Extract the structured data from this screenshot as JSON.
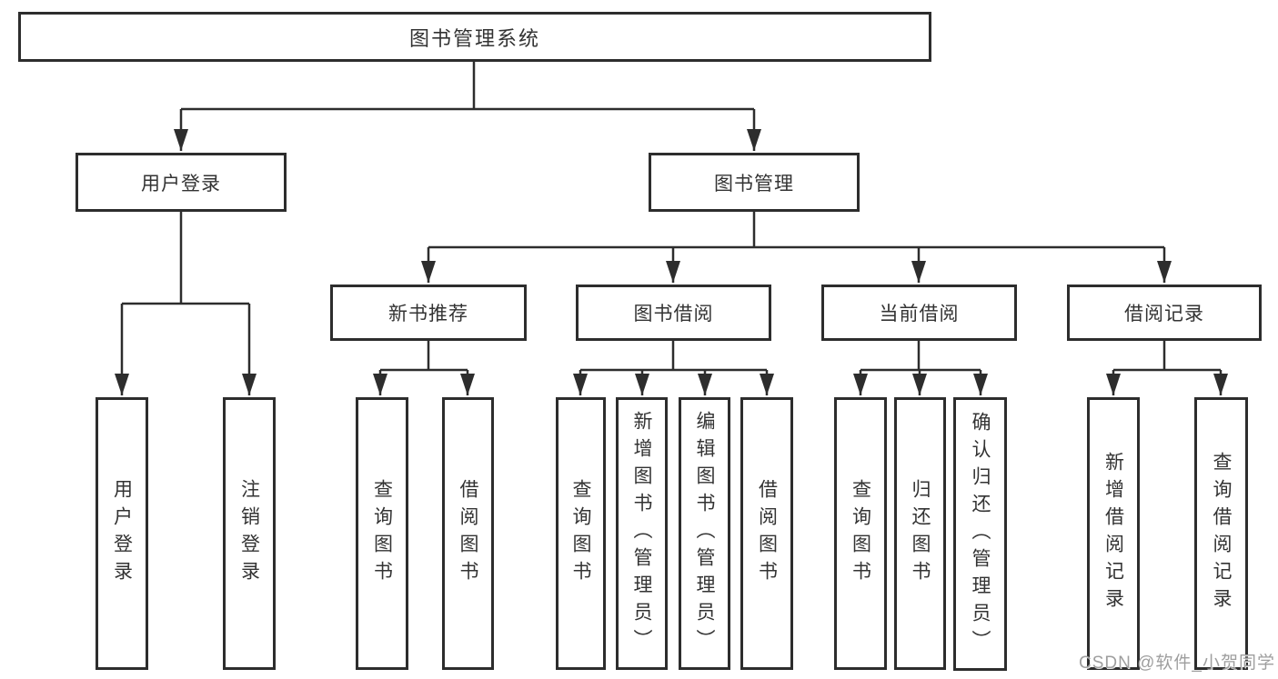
{
  "diagram": {
    "watermark": "CSDN @软件_小贺同学",
    "colors": {
      "line": "#2d2d2d",
      "text": "#333333",
      "box_background": "#ffffff",
      "watermark": "#9e9e9e"
    }
  },
  "nodes": {
    "root": {
      "label": "图书管理系统"
    },
    "user_login": {
      "label": "用户登录"
    },
    "book_management": {
      "label": "图书管理"
    },
    "new_book_recommend": {
      "label": "新书推荐"
    },
    "book_borrowing": {
      "label": "图书借阅"
    },
    "current_borrowing": {
      "label": "当前借阅"
    },
    "borrowing_records": {
      "label": "借阅记录"
    }
  },
  "leaves": {
    "user_login_1": {
      "label": "用户登录"
    },
    "user_login_2": {
      "label": "注销登录"
    },
    "recommend_1": {
      "label": "查询图书"
    },
    "recommend_2": {
      "label": "借阅图书"
    },
    "borrowing_1": {
      "label": "查询图书"
    },
    "borrowing_2": {
      "label": "新增图书（管理员）"
    },
    "borrowing_3": {
      "label": "编辑图书（管理员）"
    },
    "borrowing_4": {
      "label": "借阅图书"
    },
    "current_1": {
      "label": "查询图书"
    },
    "current_2": {
      "label": "归还图书"
    },
    "current_3": {
      "label": "确认归还（管理员）"
    },
    "records_1": {
      "label": "新增借阅记录"
    },
    "records_2": {
      "label": "查询借阅记录"
    }
  }
}
